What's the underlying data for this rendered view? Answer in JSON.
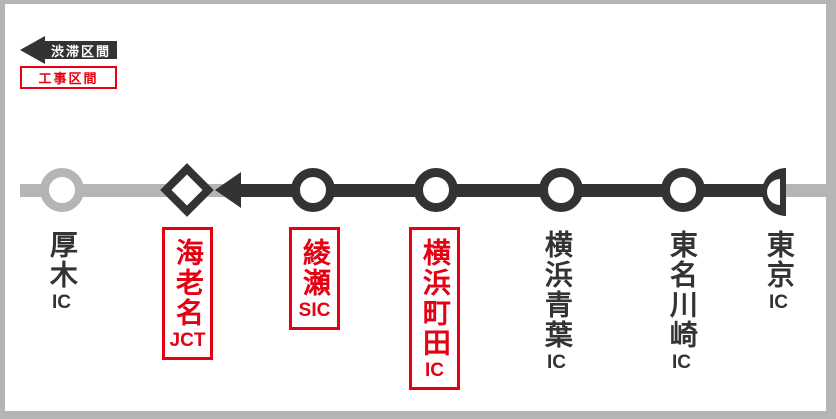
{
  "colors": {
    "dark": "#333333",
    "gray": "#b5b5b5",
    "red": "#e60012",
    "white": "#ffffff"
  },
  "legend": {
    "congestion_label": "渋滞区間",
    "construction_label": "工事区間"
  },
  "route": {
    "direction": "arrow-pointing-left",
    "congested_section": "東京IC から 海老名JCT",
    "line_segments": [
      "gray-left",
      "black-congestion",
      "gray-right-stub"
    ]
  },
  "stations": [
    {
      "name": "厚木",
      "suffix": "IC",
      "boxed": false,
      "node": "gray-ring"
    },
    {
      "name": "海老名",
      "suffix": "JCT",
      "boxed": true,
      "node": "diamond"
    },
    {
      "name": "綾瀬",
      "suffix": "SIC",
      "boxed": true,
      "node": "black-ring"
    },
    {
      "name": "横浜町田",
      "suffix": "IC",
      "boxed": true,
      "node": "black-ring"
    },
    {
      "name": "横浜青葉",
      "suffix": "IC",
      "boxed": false,
      "node": "black-ring"
    },
    {
      "name": "東名川崎",
      "suffix": "IC",
      "boxed": false,
      "node": "black-ring"
    },
    {
      "name": "東京",
      "suffix": "IC",
      "boxed": false,
      "node": "half-circle-terminal"
    }
  ]
}
